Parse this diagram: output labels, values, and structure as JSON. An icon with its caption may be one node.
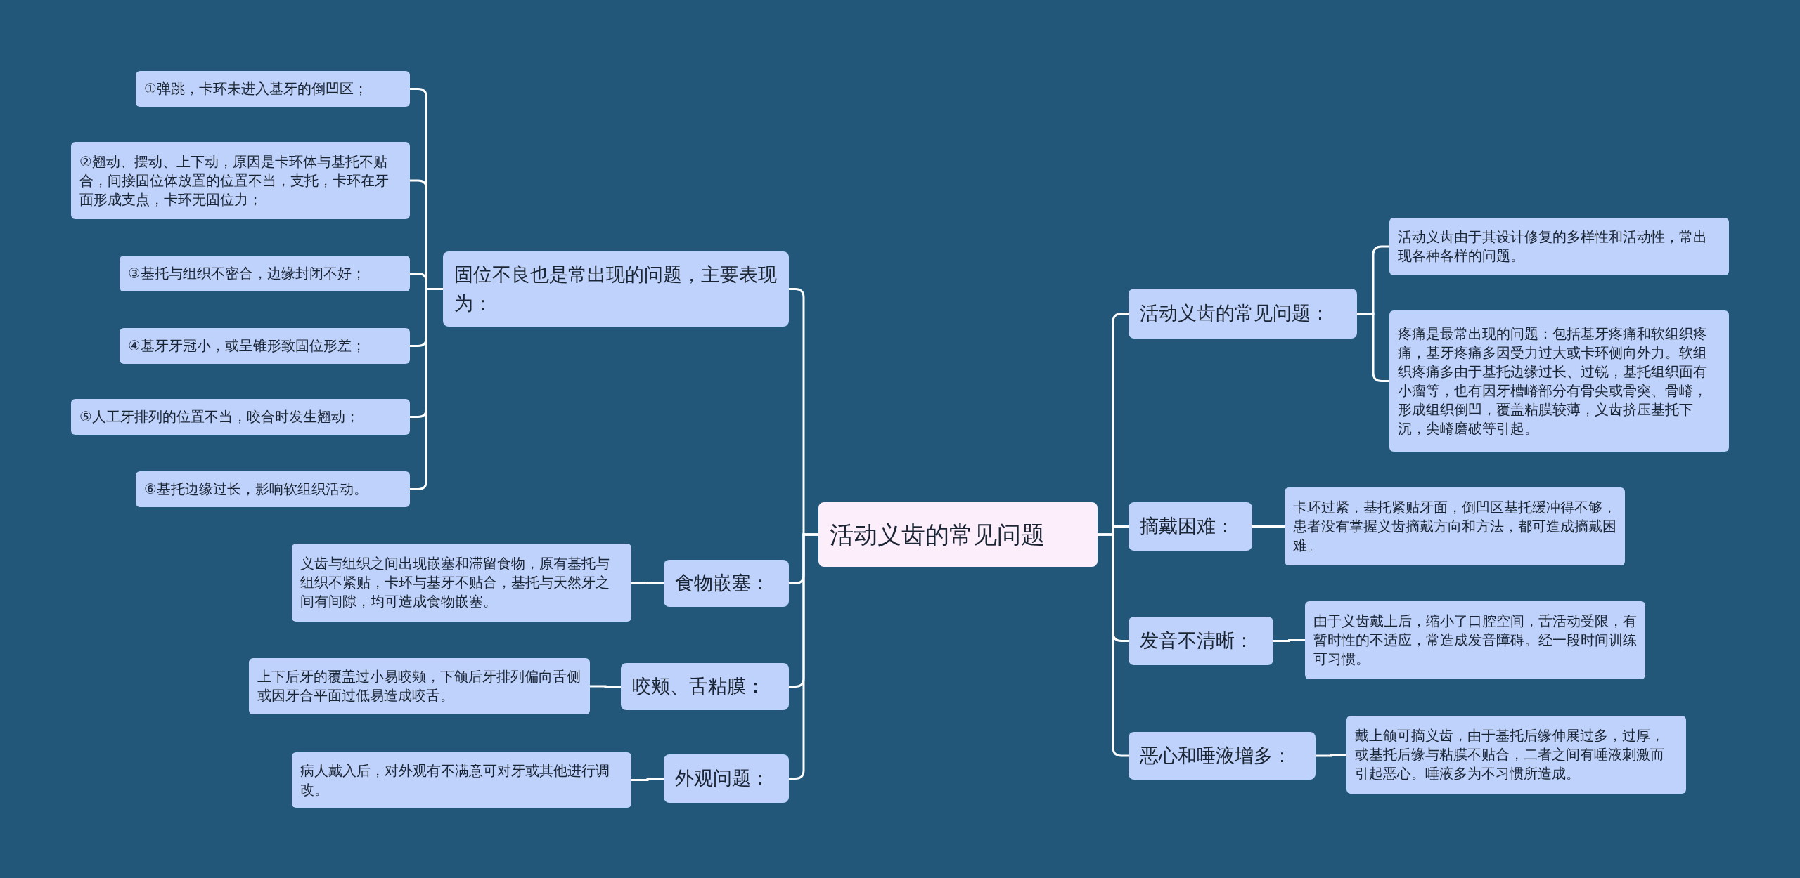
{
  "diagram": {
    "nodes": [
      {
        "text": [
          "活动义齿的常见问题"
        ]
      },
      {
        "text": [
          "固位不良也是常出现的问题，主要表现为："
        ]
      },
      {
        "text": [
          "①弹跳，卡环未进入基牙的倒凹区；"
        ]
      },
      {
        "text": [
          "②翘动、摆动、上下动，原因是卡环体与基托不贴合，间接固位体放置的位置不当，支托，卡环在牙面形成支点，卡环无固位力；"
        ]
      },
      {
        "text": [
          "③基托与组织不密合，边缘封闭不好；"
        ]
      },
      {
        "text": [
          "④基牙牙冠小，或呈锥形致固位形差；"
        ]
      },
      {
        "text": [
          "⑤人工牙排列的位置不当，咬合时发生翘动；"
        ]
      },
      {
        "text": [
          "⑥基托边缘过长，影响软组织活动。"
        ]
      },
      {
        "text": [
          "食物嵌塞："
        ]
      },
      {
        "text": [
          "义齿与组织之间出现嵌塞和滞留食物，原有基托与组织不紧贴，卡环与基牙不贴合，基托与天然牙之间有间隙，均可造成食物嵌塞。"
        ]
      },
      {
        "text": [
          "咬颊、舌粘膜："
        ]
      },
      {
        "text": [
          "上下后牙的覆盖过小易咬颊，下颌后牙排列偏向舌侧或因牙合平面过低易造成咬舌。"
        ]
      },
      {
        "text": [
          "外观问题："
        ]
      },
      {
        "text": [
          "病人戴入后，对外观有不满意可对牙或其他进行调改。"
        ]
      },
      {
        "text": [
          "活动义齿的常见问题："
        ]
      },
      {
        "text": [
          "活动义齿由于其设计修复的多样性和活动性，常出现各种各样的问题。"
        ]
      },
      {
        "text": [
          "疼痛是最常出现的问题：包括基牙疼痛和软组织疼痛，基牙疼痛多因受力过大或卡环侧向外力。软组织疼痛多由于基托边缘过长、过锐，基托组织面有小瘤等，也有因牙槽嵴部分有骨尖或骨突、骨嵴，形成组织倒凹，覆盖粘膜较薄，义齿挤压基托下沉，尖嵴磨破等引起。"
        ]
      },
      {
        "text": [
          "摘戴困难："
        ]
      },
      {
        "text": [
          "卡环过紧，基托紧贴牙面，倒凹区基托缓冲得不够，患者没有掌握义齿摘戴方向和方法，都可造成摘戴困难。"
        ]
      },
      {
        "text": [
          "发音不清晰："
        ]
      },
      {
        "text": [
          "由于义齿戴上后，缩小了口腔空间，舌活动受限，有暂时性的不适应，常造成发音障碍。经一段时间训练可习惯。"
        ]
      },
      {
        "text": [
          "恶心和唾液增多："
        ]
      },
      {
        "text": [
          "戴上颌可摘义齿，由于基托后缘伸展过多，过厚，或基托后缘与粘膜不贴合，二者之间有唾液刺激而引起恶心。唾液多为不习惯所造成。"
        ]
      }
    ],
    "edges": [
      {
        "from": 0,
        "to": 1,
        "arrow": "none"
      },
      {
        "from": 1,
        "to": 2,
        "arrow": "none"
      },
      {
        "from": 1,
        "to": 3,
        "arrow": "none"
      },
      {
        "from": 1,
        "to": 4,
        "arrow": "none"
      },
      {
        "from": 1,
        "to": 5,
        "arrow": "none"
      },
      {
        "from": 1,
        "to": 6,
        "arrow": "none"
      },
      {
        "from": 1,
        "to": 7,
        "arrow": "none"
      },
      {
        "from": 0,
        "to": 8,
        "arrow": "none"
      },
      {
        "from": 8,
        "to": 9,
        "arrow": "none"
      },
      {
        "from": 0,
        "to": 10,
        "arrow": "none"
      },
      {
        "from": 10,
        "to": 11,
        "arrow": "none"
      },
      {
        "from": 0,
        "to": 12,
        "arrow": "none"
      },
      {
        "from": 12,
        "to": 13,
        "arrow": "none"
      },
      {
        "from": 0,
        "to": 14,
        "arrow": "none"
      },
      {
        "from": 14,
        "to": 15,
        "arrow": "none"
      },
      {
        "from": 14,
        "to": 16,
        "arrow": "none"
      },
      {
        "from": 0,
        "to": 17,
        "arrow": "none"
      },
      {
        "from": 17,
        "to": 18,
        "arrow": "none"
      },
      {
        "from": 0,
        "to": 19,
        "arrow": "none"
      },
      {
        "from": 19,
        "to": 20,
        "arrow": "none"
      },
      {
        "from": 0,
        "to": 21,
        "arrow": "none"
      },
      {
        "from": 21,
        "to": 22,
        "arrow": "none"
      }
    ]
  }
}
